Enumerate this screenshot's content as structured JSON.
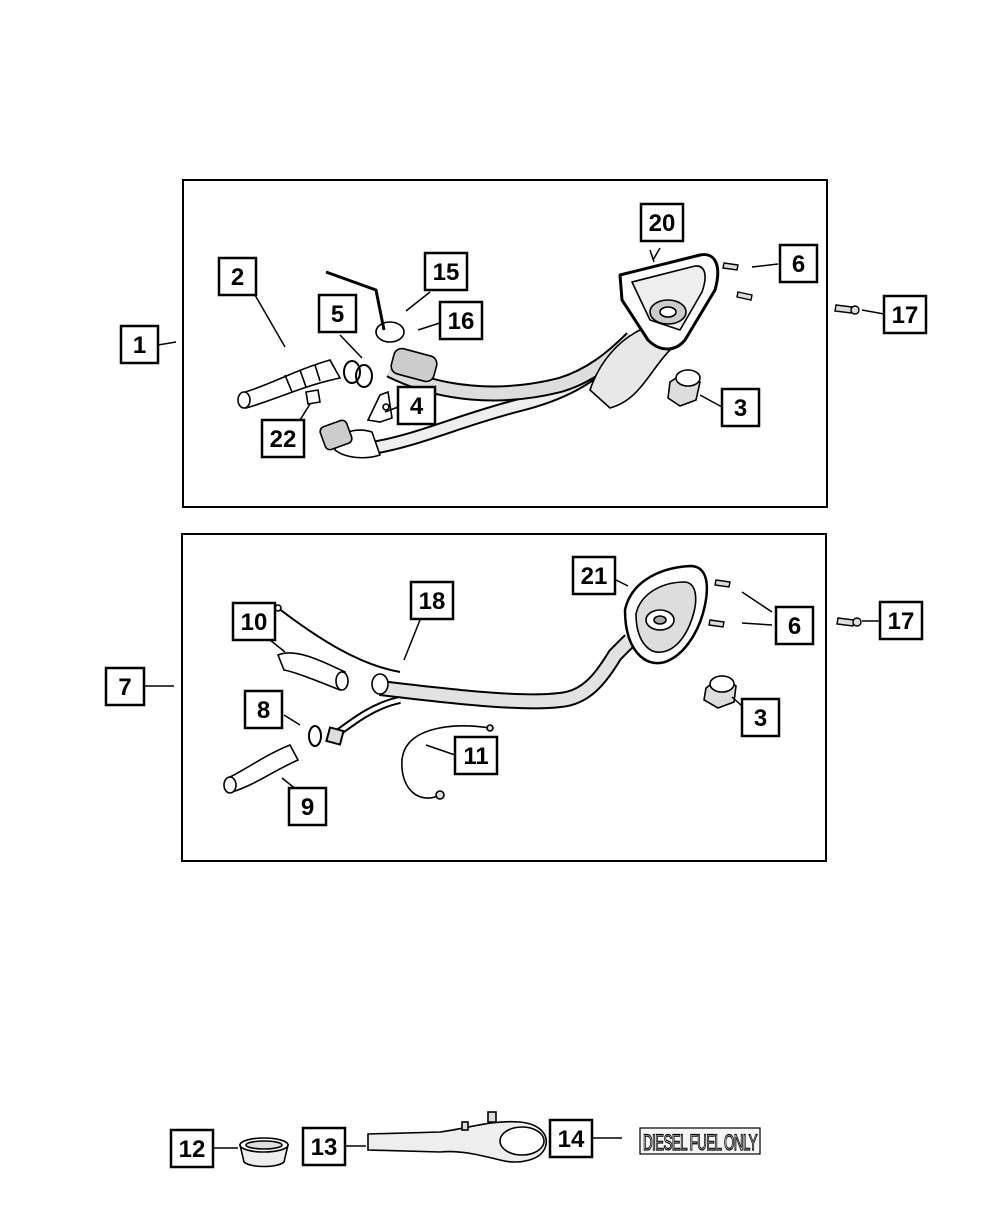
{
  "callouts": {
    "c1": "1",
    "c2": "2",
    "c3a": "3",
    "c4": "4",
    "c5": "5",
    "c6a": "6",
    "c15": "15",
    "c16": "16",
    "c17a": "17",
    "c20": "20",
    "c22": "22",
    "c7": "7",
    "c8": "8",
    "c9": "9",
    "c10": "10",
    "c11": "11",
    "c18": "18",
    "c21": "21",
    "c6b": "6",
    "c17b": "17",
    "c3b": "3",
    "c12": "12",
    "c13": "13",
    "c14": "14"
  },
  "decal": {
    "text": "DIESEL FUEL ONLY"
  },
  "colors": {
    "line": "#000000",
    "background": "#ffffff",
    "shade": "#d9d9d9"
  }
}
